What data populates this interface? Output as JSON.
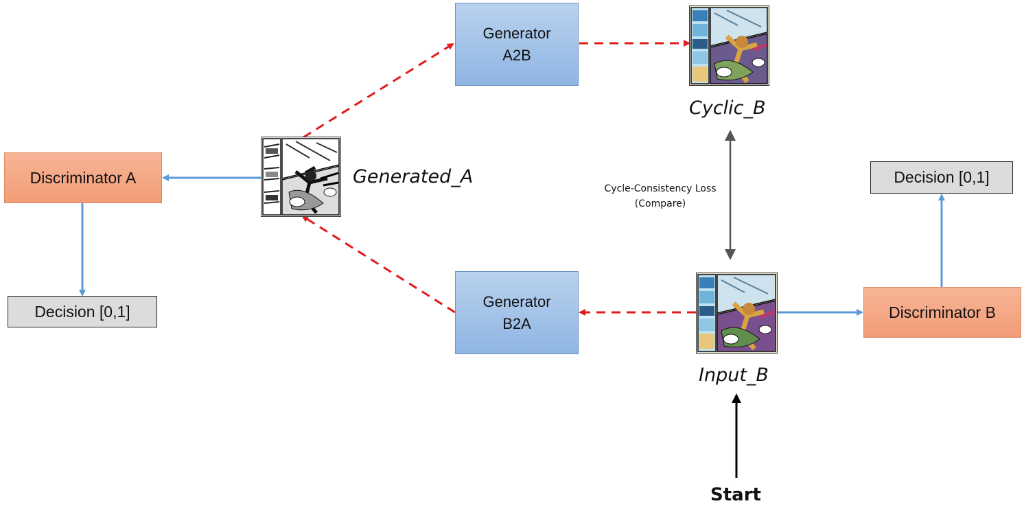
{
  "generators": {
    "a2b": {
      "line1": "Generator",
      "line2": "A2B"
    },
    "b2a": {
      "line1": "Generator",
      "line2": "B2A"
    }
  },
  "discriminators": {
    "a": "Discriminator A",
    "b": "Discriminator B"
  },
  "decisions": {
    "a": "Decision [0,1]",
    "b": "Decision [0,1]"
  },
  "images": {
    "generated_a": {
      "label": "Generated_A",
      "style": "grayscale comic page"
    },
    "cyclic_b": {
      "label": "Cyclic_B",
      "style": "color comic page"
    },
    "input_b": {
      "label": "Input_B",
      "style": "color comic page"
    }
  },
  "loss": {
    "line1": "Cycle-Consistency Loss",
    "line2": "(Compare)"
  },
  "start": "Start",
  "colors": {
    "generator_flow": "#e11a1a",
    "discriminator_flow": "#5b9bd5",
    "loss_arrow": "#555555",
    "start_arrow": "#000000",
    "generator_fill": "#a9c6ea",
    "discriminator_fill": "#f4a98a",
    "decision_fill": "#dcdcdc"
  }
}
